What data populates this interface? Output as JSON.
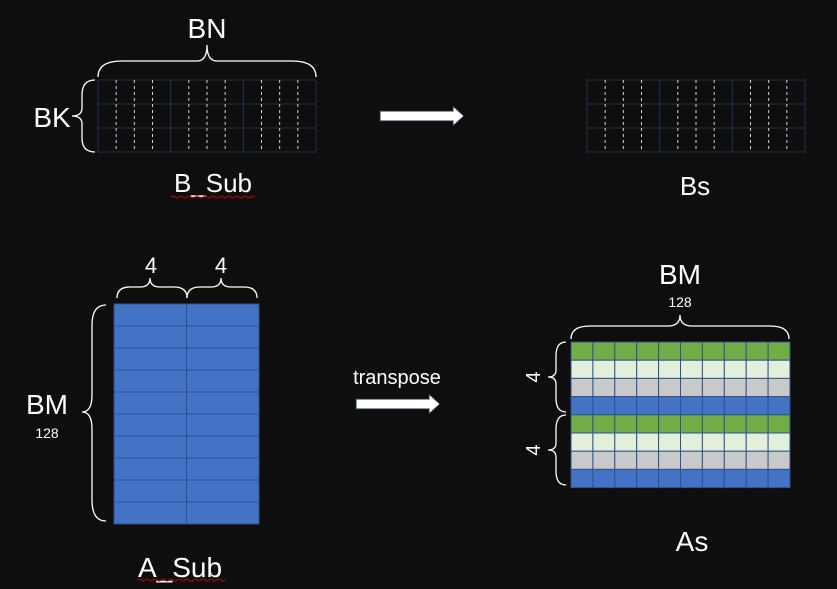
{
  "top": {
    "bn_label": "BN",
    "bk_label": "BK",
    "bsub_caption": "B_Sub",
    "bs_caption": "Bs"
  },
  "bottom": {
    "col_width_label_left": "4",
    "col_width_label_right": "4",
    "bm_label_left": "BM",
    "bm_value_left": "128",
    "asub_caption": "A_Sub",
    "transpose_label": "transpose",
    "bm_label_right": "BM",
    "bm_value_right": "128",
    "row_group_label_upper": "4",
    "row_group_label_lower": "4",
    "as_caption": "As"
  },
  "colors": {
    "background": "#0e0e0e",
    "grid_line": "#22304a",
    "block_blue": "#4472c4",
    "stripe_green": "#70ad47",
    "stripe_light": "#e2efda",
    "stripe_gray": "#c9c9c9",
    "stripe_blue": "#4472c4",
    "spellcheck": "#c00000"
  }
}
